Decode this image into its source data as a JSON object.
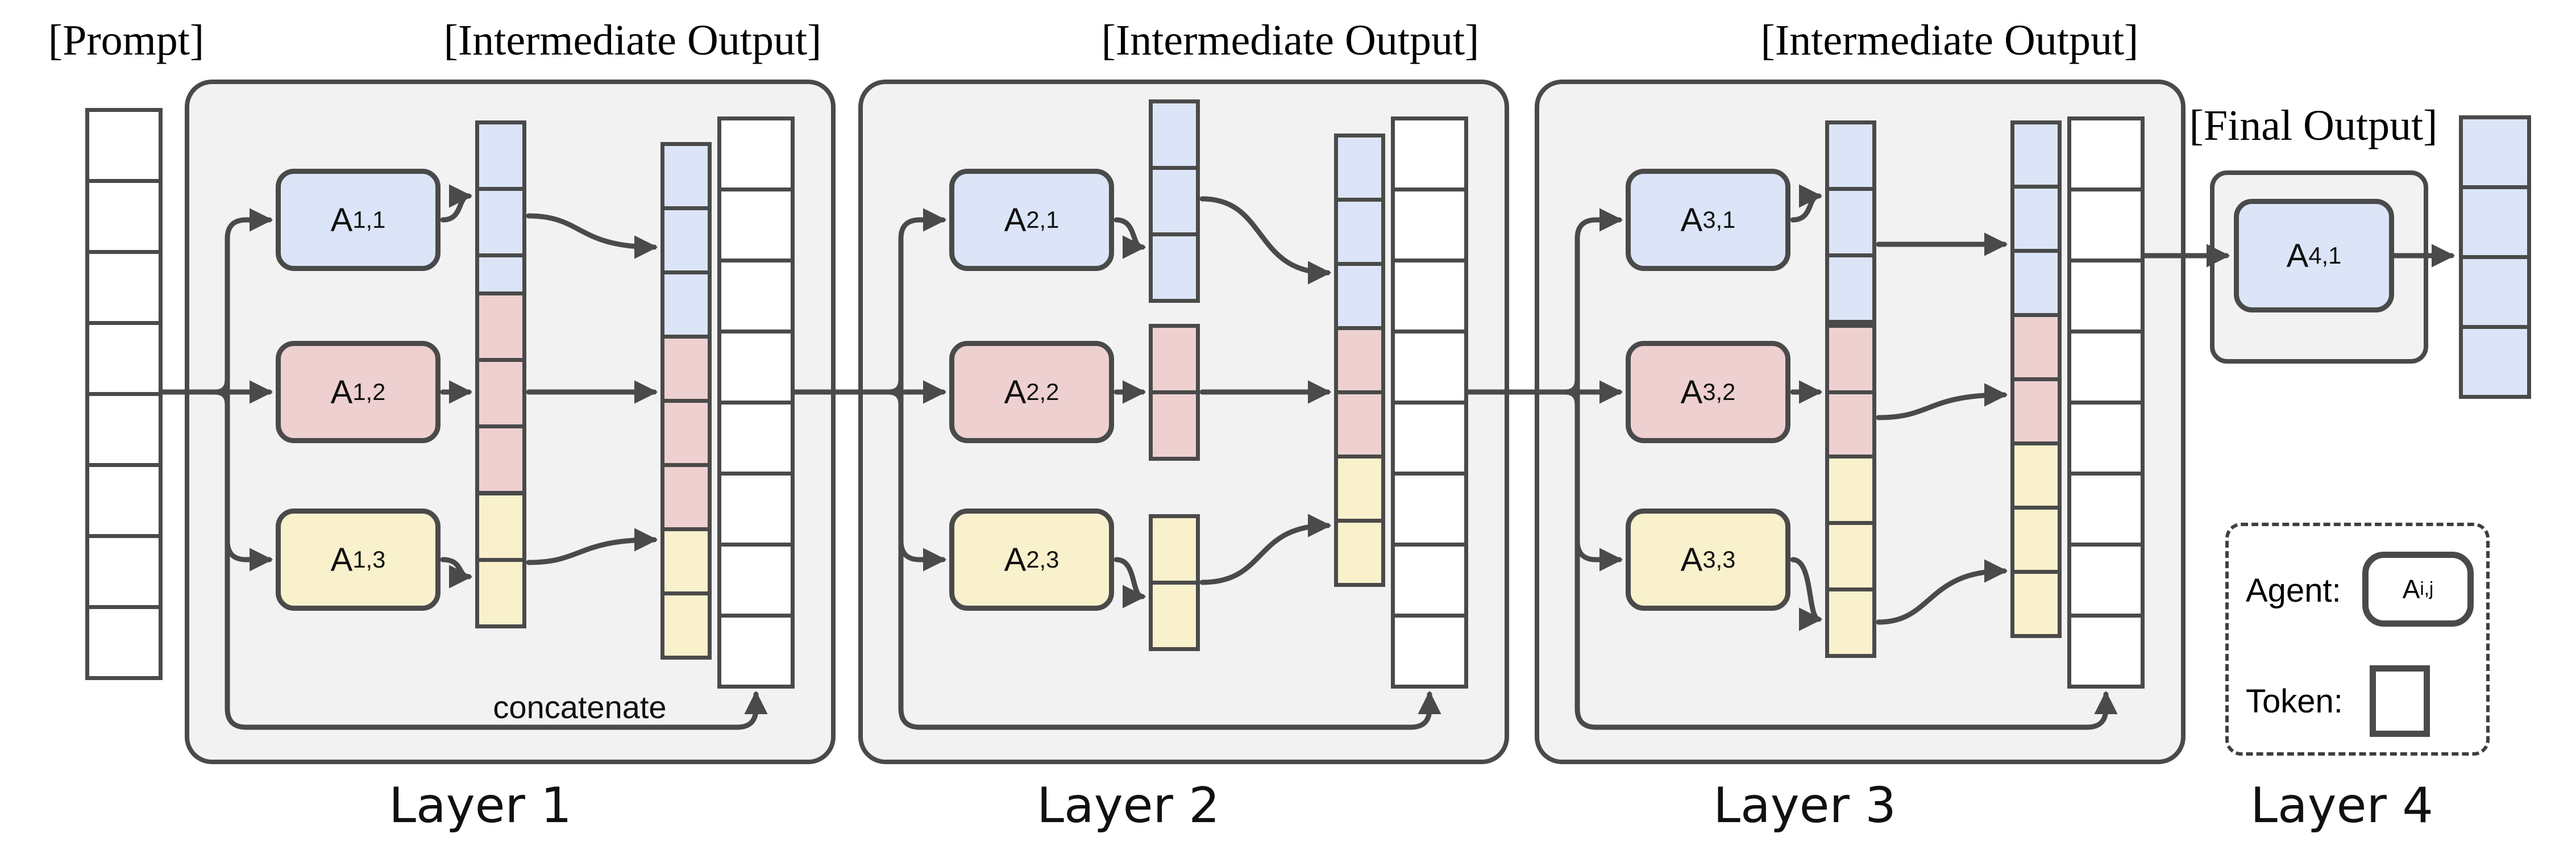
{
  "palette": {
    "blue": "#dbe5f7",
    "pink": "#eed0d0",
    "yellow": "#f9f0cc",
    "white": "#ffffff",
    "stroke": "#4a4a4a",
    "layer_bg": "#f2f2f3"
  },
  "labels": {
    "prompt": "[Prompt]",
    "concatenate": "concatenate"
  },
  "prompt_column": {
    "color": "white",
    "count": 8
  },
  "layers": [
    {
      "caption": "Layer 1",
      "output_label": "[Intermediate Output]",
      "agents": [
        {
          "main": "A",
          "sub": "1,1",
          "color": "blue",
          "output": {
            "color": "blue",
            "count": 3
          }
        },
        {
          "main": "A",
          "sub": "1,2",
          "color": "pink",
          "output": {
            "color": "pink",
            "count": 3
          }
        },
        {
          "main": "A",
          "sub": "1,3",
          "color": "yellow",
          "output": {
            "color": "yellow",
            "count": 2
          }
        }
      ],
      "concat_column": {
        "segments": [
          {
            "color": "blue",
            "count": 3
          },
          {
            "color": "pink",
            "count": 3
          },
          {
            "color": "yellow",
            "count": 2
          }
        ]
      },
      "prompt_copy": {
        "color": "white",
        "count": 8
      }
    },
    {
      "caption": "Layer 2",
      "output_label": "[Intermediate Output]",
      "agents": [
        {
          "main": "A",
          "sub": "2,1",
          "color": "blue",
          "output": {
            "color": "blue",
            "count": 3
          }
        },
        {
          "main": "A",
          "sub": "2,2",
          "color": "pink",
          "output": {
            "color": "pink",
            "count": 2
          }
        },
        {
          "main": "A",
          "sub": "2,3",
          "color": "yellow",
          "output": {
            "color": "yellow",
            "count": 2
          }
        }
      ],
      "concat_column": {
        "segments": [
          {
            "color": "blue",
            "count": 3
          },
          {
            "color": "pink",
            "count": 2
          },
          {
            "color": "yellow",
            "count": 2
          }
        ]
      },
      "prompt_copy": {
        "color": "white",
        "count": 8
      }
    },
    {
      "caption": "Layer 3",
      "output_label": "[Intermediate Output]",
      "agents": [
        {
          "main": "A",
          "sub": "3,1",
          "color": "blue",
          "output": {
            "color": "blue",
            "count": 3
          }
        },
        {
          "main": "A",
          "sub": "3,2",
          "color": "pink",
          "output": {
            "color": "pink",
            "count": 2
          }
        },
        {
          "main": "A",
          "sub": "3,3",
          "color": "yellow",
          "output": {
            "color": "yellow",
            "count": 3
          }
        }
      ],
      "concat_column": {
        "segments": [
          {
            "color": "blue",
            "count": 3
          },
          {
            "color": "pink",
            "count": 2
          },
          {
            "color": "yellow",
            "count": 3
          }
        ]
      },
      "prompt_copy": {
        "color": "white",
        "count": 8
      }
    }
  ],
  "final_layer": {
    "caption": "Layer 4",
    "output_label": "[Final Output]",
    "agent": {
      "main": "A",
      "sub": "4,1",
      "color": "blue"
    },
    "output_column": {
      "color": "blue",
      "count": 4
    }
  },
  "legend": {
    "agent_label": "Agent:",
    "agent_symbol": {
      "main": "A",
      "sub": "i,j"
    },
    "token_label": "Token:"
  }
}
